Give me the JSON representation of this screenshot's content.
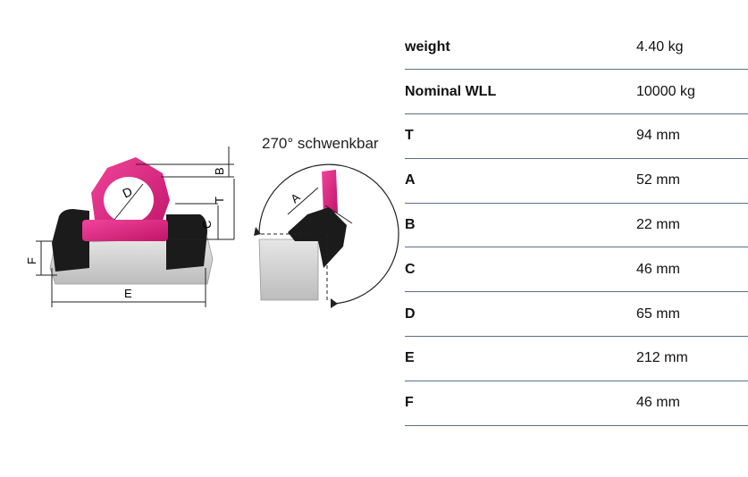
{
  "figure": {
    "swivel_caption": "270° schwenkbar",
    "dimension_letters": {
      "A": "A",
      "B": "B",
      "C": "C",
      "D": "D",
      "E": "E",
      "F": "F",
      "T": "T"
    },
    "colors": {
      "ring": "#e0257f",
      "pad": "#1b1b1b",
      "concrete": "#cfcfcf",
      "dim_line": "#222222"
    }
  },
  "specs": [
    {
      "label": "weight",
      "value": "4.40 kg"
    },
    {
      "label": "Nominal WLL",
      "value": "10000 kg"
    },
    {
      "label": "T",
      "value": "94 mm"
    },
    {
      "label": "A",
      "value": "52 mm"
    },
    {
      "label": "B",
      "value": "22 mm"
    },
    {
      "label": "C",
      "value": "46 mm"
    },
    {
      "label": "D",
      "value": "65 mm"
    },
    {
      "label": "E",
      "value": "212 mm"
    },
    {
      "label": "F",
      "value": "46 mm"
    }
  ]
}
